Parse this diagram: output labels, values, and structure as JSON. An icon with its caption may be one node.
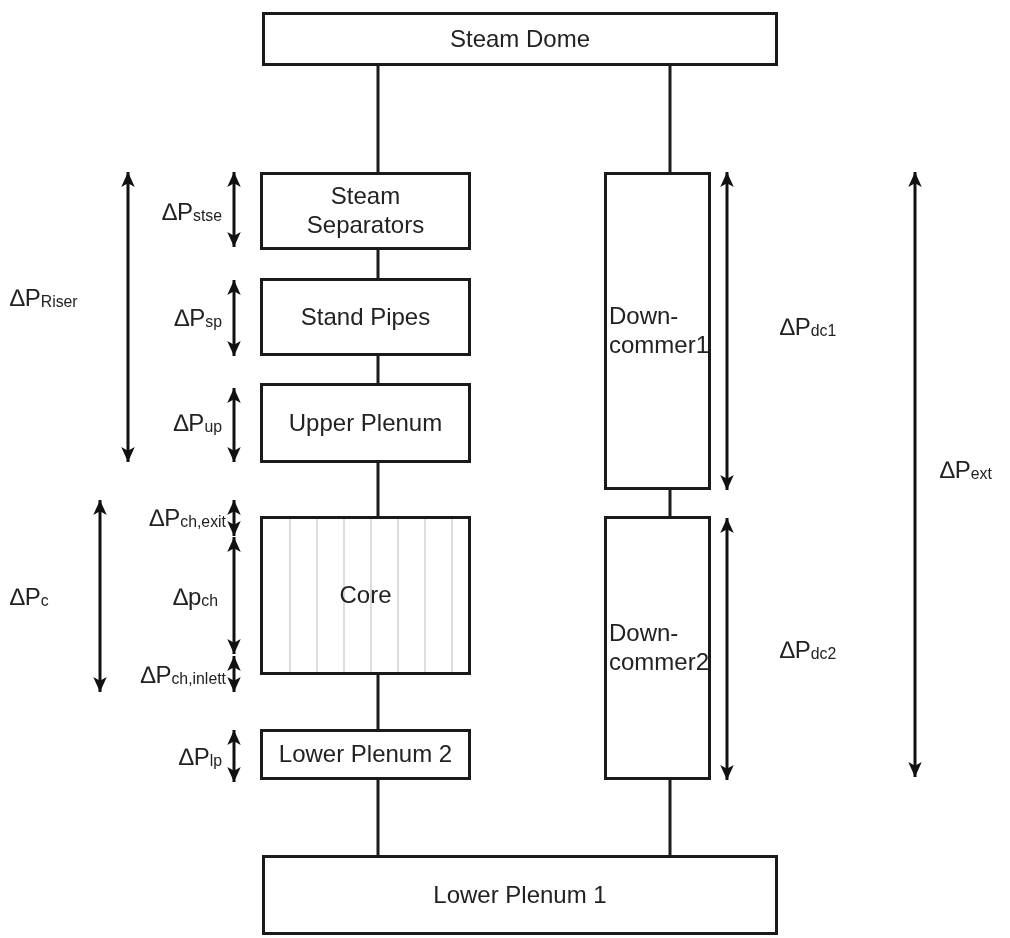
{
  "diagram": {
    "nodes": [
      {
        "text": [
          "Steam Dome"
        ]
      },
      {
        "text": [
          "Steam Separators"
        ]
      },
      {
        "text": [
          "Stand Pipes"
        ]
      },
      {
        "text": [
          "Upper Plenum"
        ]
      },
      {
        "text": [
          "Core"
        ]
      },
      {
        "text": [
          "Lower Plenum 2"
        ]
      },
      {
        "text": [
          "Down-commer1"
        ]
      },
      {
        "text": [
          "Down-commer2"
        ]
      },
      {
        "text": [
          "Lower Plenum 1"
        ]
      }
    ],
    "edges": [
      {
        "from": 0,
        "to": 1,
        "arrow": "none"
      },
      {
        "from": 1,
        "to": 2,
        "arrow": "none"
      },
      {
        "from": 2,
        "to": 3,
        "arrow": "none"
      },
      {
        "from": 3,
        "to": 4,
        "arrow": "none"
      },
      {
        "from": 4,
        "to": 5,
        "arrow": "none"
      },
      {
        "from": 5,
        "to": 8,
        "arrow": "none"
      },
      {
        "from": 0,
        "to": 6,
        "arrow": "none"
      },
      {
        "from": 6,
        "to": 7,
        "arrow": "none"
      },
      {
        "from": 7,
        "to": 8,
        "arrow": "none"
      }
    ],
    "labels": [
      "∆P$_{stse}$",
      "∆P$_{Riser}$",
      "∆P$_{sp}$",
      "∆P$_{dc1}$",
      "∆P$_{ext}$",
      "∆P$_{up}$",
      "∆P$_{ch,exit}$",
      "∆P$_{c}$",
      "∆p$_{ch}$",
      "∆P$_{dc2}$",
      "∆P$_{ch,inlett}$",
      "∆P$_{lp}$"
    ]
  }
}
